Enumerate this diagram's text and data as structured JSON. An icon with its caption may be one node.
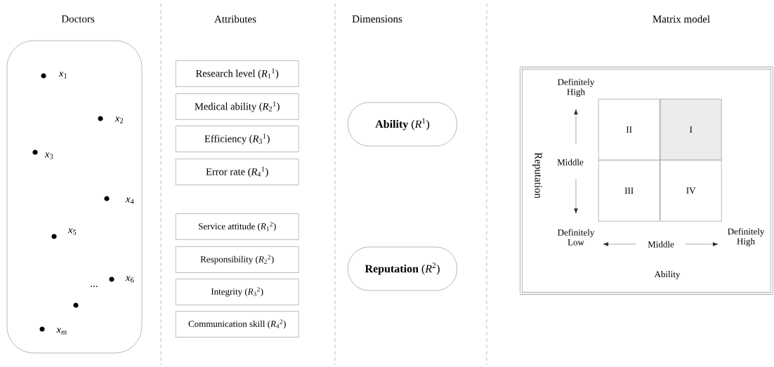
{
  "diagram": {
    "nodes": [
      {
        "text": [
          "Doctors"
        ]
      },
      {
        "text": [
          "Research level (*R*$_{1}$$^{1}$)"
        ]
      },
      {
        "text": [
          "Medical ability (*R*$_{2}$$^{1}$)"
        ]
      },
      {
        "text": [
          "Efficiency (*R*$_{3}$$^{1}$)"
        ]
      },
      {
        "text": [
          "Error rate (*R*$_{4}$$^{1}$)"
        ]
      },
      {
        "text": [
          "Service attitude (*R*$_{1}$$^{2}$)"
        ]
      },
      {
        "text": [
          "Responsibility (*R*$_{2}$$^{2}$)"
        ]
      },
      {
        "text": [
          "Integrity (*R*$_{3}$$^{2}$)"
        ]
      },
      {
        "text": [
          "Communication skill (*R*$_{4}$$^{2}$)"
        ]
      },
      {
        "text": [
          "**Ability** (*R*$^{1}$)"
        ]
      },
      {
        "text": [
          "**Reputation** (*R*$^{2}$)"
        ]
      },
      {
        "text": [
          "Matrix model"
        ]
      },
      {
        "text": [
          "II"
        ],
        "in": 11
      },
      {
        "text": [
          "I"
        ],
        "in": 11
      },
      {
        "text": [
          "III"
        ],
        "in": 11
      },
      {
        "text": [
          "IV"
        ],
        "in": 11
      }
    ],
    "labels": [
      "Attributes",
      "Dimensions",
      "*x*$_{1}$",
      "*x*$_{2}$",
      "*x*$_{3}$",
      "*x*$_{4}$",
      "*x*$_{5}$",
      "*x*$_{6}$",
      "...",
      "*x*$_{m}$",
      "Definitely High",
      "Reputation",
      "Middle",
      "Definitely Low",
      "Middle",
      "Definitely High",
      "Ability"
    ]
  }
}
